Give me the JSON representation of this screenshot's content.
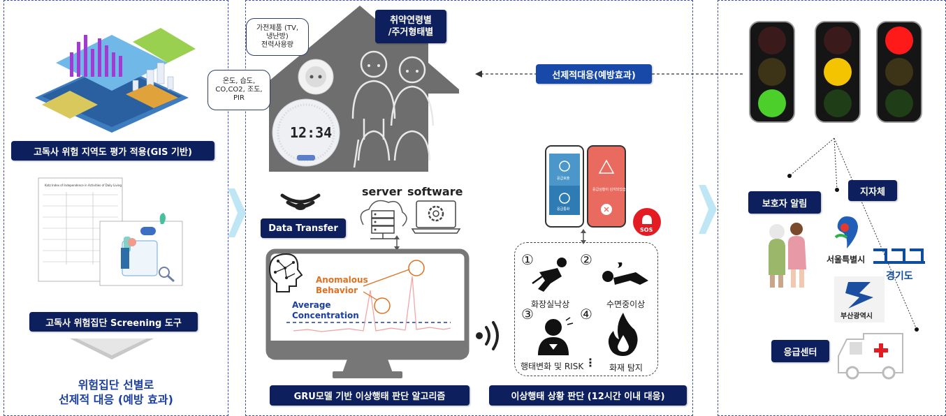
{
  "left": {
    "gis_label": "고독사 위험 지역도 평가 적용(GIS 기반)",
    "screening_label": "고독사 위험집단 Screening 도구",
    "doc_title": "Katz Index of Independence in Activities of Daily Living",
    "result_line1": "위험집단 선별로",
    "result_line2": "선제적 대응 (예방 효과)"
  },
  "center": {
    "house_title_line1": "취약연령별",
    "house_title_line2": "/주거형태별",
    "callout_appliance": [
      "가전제품 (TV,",
      "냉난방)",
      "전력사용량"
    ],
    "callout_sensor": [
      "온도, 습도,",
      "CO,CO2, 조도,",
      "PIR"
    ],
    "clock_text": "12:34",
    "data_transfer": "Data Transfer",
    "server": "server",
    "software": "software",
    "anomalous": [
      "Anomalous",
      "Behavior"
    ],
    "average": [
      "Average",
      "Concentration"
    ],
    "gru_label": "GRU모델 기반 이상행태 판단 알고리즘",
    "sos": "SOS",
    "phone_left_labels": [
      "응급호출",
      "응급통화"
    ],
    "phone_right_label": "응급상황이 감지되었습니다",
    "situations": [
      {
        "num": "①",
        "label": "화장실낙상"
      },
      {
        "num": "②",
        "label": "수면중이상"
      },
      {
        "num": "③",
        "label": "행태변화 및 RISK"
      },
      {
        "num": "④",
        "label": "화재 탐지"
      }
    ],
    "situation_label": "이상행태 상황 판단 (12시간 이내 대응)"
  },
  "feedback_label": "선제적대응(예방효과)",
  "right": {
    "guardian": "보호자 알림",
    "local_gov": "지자체",
    "seoul": "서울특별시",
    "gyeonggi": "경기도",
    "busan": "부산광역시",
    "emergency": "응급센터"
  },
  "colors": {
    "badge": "#0d1f5c",
    "feedback_badge": "#1849a8",
    "orange": "#e07020",
    "result_text": "#1a3fa0",
    "panel_border": "#3b4fc4",
    "light_red": "#ff1a1a",
    "light_yellow": "#f5c400",
    "light_green": "#4ccf2a"
  },
  "icons": [
    "house-icon",
    "elderly-couple-icon",
    "outlet-icon",
    "sensor-clock-icon",
    "wifi-icon",
    "server-cloud-icon",
    "gear-laptop-icon",
    "brain-circuit-icon",
    "monitor-icon",
    "smartphone-icon",
    "sos-icon",
    "fall-icon",
    "sleep-icon",
    "stress-icon",
    "fire-icon",
    "traffic-light-icon",
    "caregiver-icon",
    "ambulance-icon",
    "seoul-logo-icon",
    "gyeonggi-logo-icon",
    "busan-logo-icon"
  ]
}
